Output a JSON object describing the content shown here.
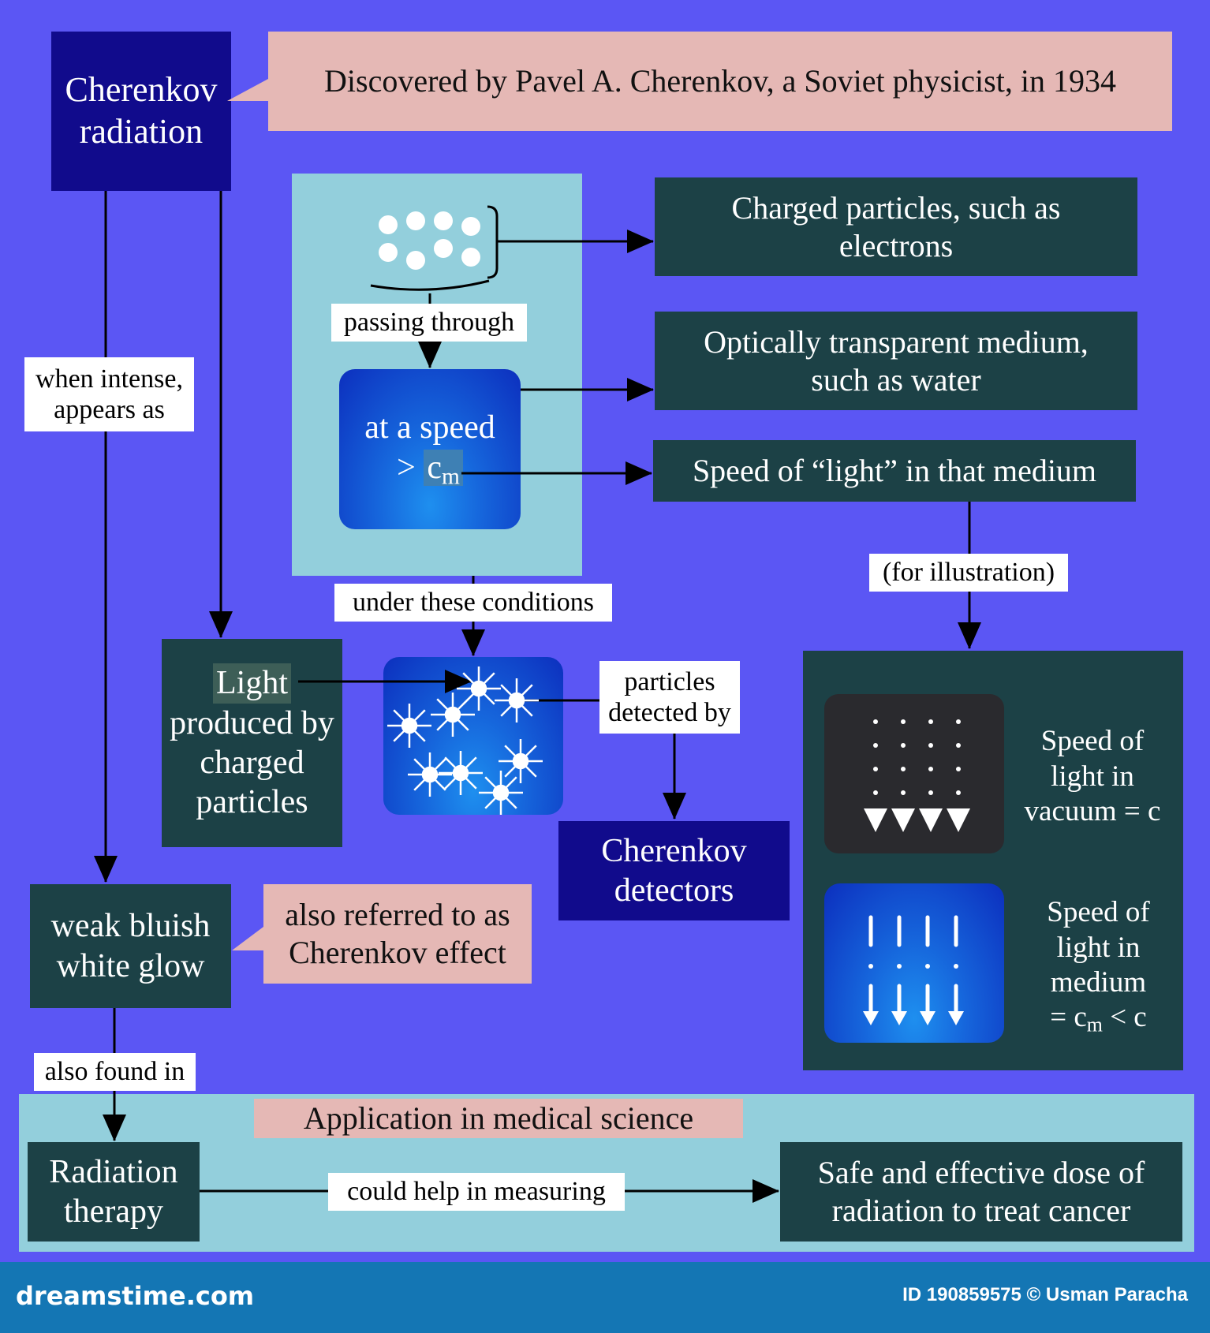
{
  "title": "Cherenkov radiation",
  "discovered": "Discovered by Pavel A. Cherenkov, a Soviet physicist, in 1934",
  "charged_particles": "Charged particles, such as electrons",
  "medium": "Optically transparent medium, such as water",
  "speed_light_medium": "Speed of “light” in that medium",
  "passing_through": "passing through",
  "speed_box_line1": "at a speed",
  "speed_box_gt": ">",
  "speed_box_c": "c",
  "speed_box_sub": "m",
  "under_conditions": "under these conditions",
  "when_intense_1": "when intense,",
  "when_intense_2": "appears as",
  "light_word": "Light",
  "light_rest": "produced by charged particles",
  "particles_detected": "particles detected by",
  "detectors": "Cherenkov detectors",
  "for_illustration": "(for illustration)",
  "vacuum_caption": "Speed of light in vacuum = c",
  "medium_caption_main": "Speed of light in medium",
  "medium_caption_eq_c": "= c",
  "medium_caption_sub": "m",
  "medium_caption_lt": "< c",
  "glow": "weak bluish white glow",
  "also_referred": "also referred to as Cherenkov effect",
  "also_found": "also found in",
  "application_title": "Application in medical science",
  "radiation_therapy": "Radiation therapy",
  "could_help": "could help in measuring",
  "safe_dose": "Safe and effective dose of radiation to treat cancer",
  "footer_logo": "dreamstime.com",
  "footer_credit": "ID 190859575 © Usman Paracha",
  "colors": {
    "background": "#5b56f4",
    "navy_box": "#110b8c",
    "teal_box": "#1c4146",
    "pink_box": "#e5b8b5",
    "panel": "#93cfdc",
    "footer": "#1476b4"
  }
}
